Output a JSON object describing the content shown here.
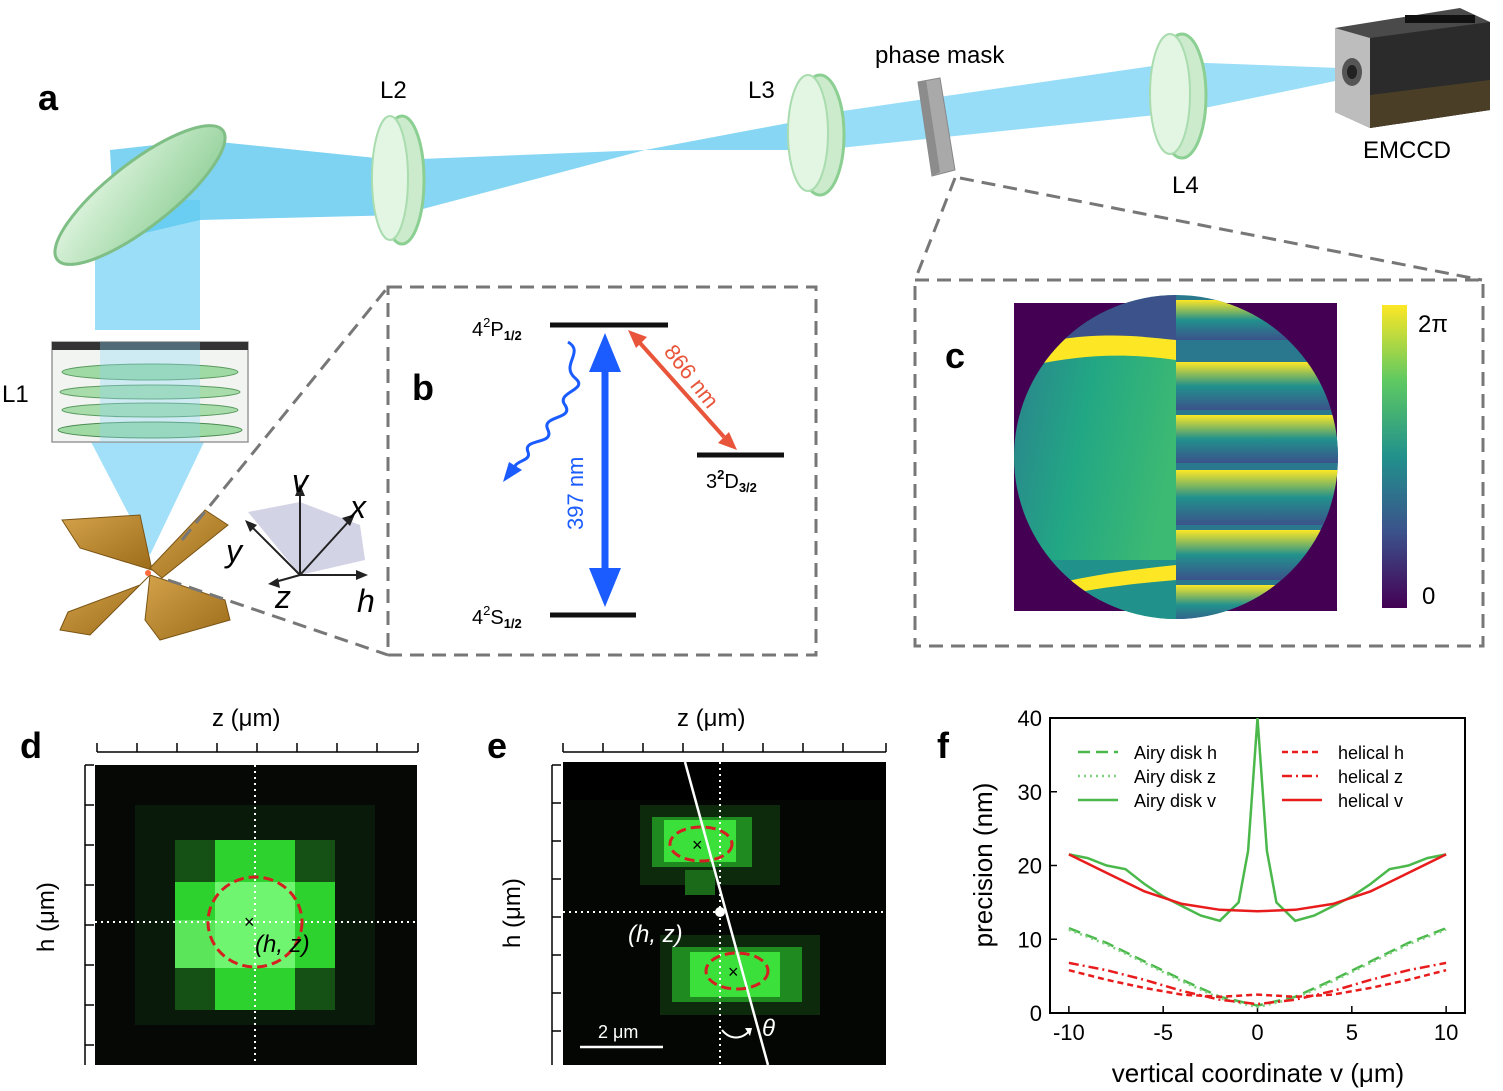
{
  "panels": {
    "a": "a",
    "b": "b",
    "c": "c",
    "d": "d",
    "e": "e",
    "f": "f"
  },
  "setup": {
    "l1": "L1",
    "l2": "L2",
    "l3": "L3",
    "l4": "L4",
    "phase_mask": "phase mask",
    "camera": "EMCCD",
    "axes": {
      "v": "v",
      "x": "x",
      "y": "y",
      "z": "z",
      "h": "h"
    }
  },
  "levels": {
    "p12_main": "4",
    "p12_sup": "2",
    "p12_letter": "P",
    "p12_sub": "1/2",
    "s12_main": "4",
    "s12_sup": "2",
    "s12_letter": "S",
    "s12_sub": "1/2",
    "d32_main": "3",
    "d32_sup": "2",
    "d32_letter": "D",
    "d32_sub": "3/2",
    "wl_397": "397 nm",
    "wl_866": "866 nm"
  },
  "colorbar": {
    "max": "2π",
    "min": "0"
  },
  "images": {
    "z_axis_label": "z (μm)",
    "h_axis_label": "h (μm)",
    "center_label": "(h, z)",
    "theta": "θ",
    "scalebar": "2 μm"
  },
  "colors": {
    "beam": "#5ec8f0",
    "blue_arrow": "#1a5cff",
    "red_arrow": "#e8553a",
    "green_line": "#4bb84b",
    "red_line": "#e81c1c",
    "electrode": "#b8862a"
  },
  "chart_data": {
    "type": "line",
    "xlabel": "vertical coordinate v (μm)",
    "ylabel": "precision (nm)",
    "xlim": [
      -11,
      11
    ],
    "ylim": [
      0,
      40
    ],
    "xticks": [
      -10,
      -5,
      0,
      5,
      10
    ],
    "yticks": [
      0,
      10,
      20,
      30,
      40
    ],
    "legend_position": "top",
    "series": [
      {
        "name": "Airy disk h",
        "color": "#4bb84b",
        "dash": "long",
        "x": [
          -10,
          -8,
          -6,
          -4,
          -2,
          0,
          2,
          4,
          6,
          8,
          10
        ],
        "y": [
          11.5,
          9.5,
          7,
          4.5,
          2.2,
          1,
          2.2,
          4.5,
          7,
          9.5,
          11.5
        ]
      },
      {
        "name": "Airy disk z",
        "color": "#7fd07f",
        "dash": "dot",
        "x": [
          -10,
          -8,
          -6,
          -4,
          -2,
          0,
          2,
          4,
          6,
          8,
          10
        ],
        "y": [
          11.3,
          9.3,
          6.8,
          4.3,
          2,
          0.8,
          2,
          4.3,
          6.8,
          9.3,
          11.3
        ]
      },
      {
        "name": "Airy disk v",
        "color": "#4bb84b",
        "dash": "solid",
        "x": [
          -10,
          -9,
          -8,
          -7,
          -6,
          -5,
          -4,
          -3,
          -2,
          -1,
          -0.5,
          0,
          0.5,
          1,
          2,
          3,
          4,
          5,
          6,
          7,
          8,
          9,
          10
        ],
        "y": [
          21.5,
          21,
          20,
          19.5,
          17.5,
          15.8,
          14.5,
          13.2,
          12.5,
          15,
          22,
          40,
          22,
          15,
          12.5,
          13.2,
          14.5,
          15.8,
          17.5,
          19.5,
          20,
          21,
          21.5
        ]
      },
      {
        "name": "helical h",
        "color": "#e81c1c",
        "dash": "short",
        "x": [
          -10,
          -8,
          -6,
          -4,
          -2,
          0,
          2,
          4,
          6,
          8,
          10
        ],
        "y": [
          5.8,
          4.5,
          3.4,
          2.5,
          2.2,
          2.5,
          2.2,
          2.5,
          3.4,
          4.5,
          5.8
        ]
      },
      {
        "name": "helical z",
        "color": "#e81c1c",
        "dash": "dashdot",
        "x": [
          -10,
          -8,
          -6,
          -4,
          -2,
          0,
          2,
          4,
          6,
          8,
          10
        ],
        "y": [
          6.8,
          5.8,
          4.5,
          3,
          1.8,
          1.2,
          1.8,
          3,
          4.5,
          5.8,
          6.8
        ]
      },
      {
        "name": "helical v",
        "color": "#e81c1c",
        "dash": "solid",
        "x": [
          -10,
          -8,
          -6,
          -4,
          -2,
          0,
          2,
          4,
          6,
          8,
          10
        ],
        "y": [
          21.5,
          19,
          16.5,
          14.8,
          14,
          13.8,
          14,
          14.8,
          16.5,
          19,
          21.5
        ]
      }
    ]
  }
}
